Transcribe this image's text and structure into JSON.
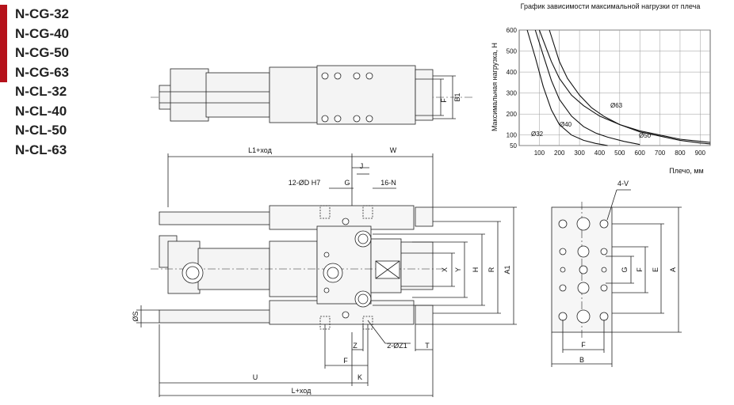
{
  "models": [
    {
      "label": "N-CG-32",
      "highlight": true
    },
    {
      "label": "N-CG-40",
      "highlight": true
    },
    {
      "label": "N-CG-50",
      "highlight": true
    },
    {
      "label": "N-CG-63",
      "highlight": true
    },
    {
      "label": "N-CL-32",
      "highlight": false
    },
    {
      "label": "N-CL-40",
      "highlight": false
    },
    {
      "label": "N-CL-50",
      "highlight": false
    },
    {
      "label": "N-CL-63",
      "highlight": false
    }
  ],
  "accent_color": "#b5121b",
  "chart_data": {
    "type": "line",
    "title": "График зависимости максимальной нагрузки от плеча",
    "xlabel": "Плечо, мм",
    "ylabel": "Максимальная нагрузка, Н",
    "xlim": [
      0,
      950
    ],
    "ylim": [
      50,
      600
    ],
    "xticks": [
      100,
      200,
      300,
      400,
      500,
      600,
      700,
      800,
      900
    ],
    "yticks": [
      50,
      100,
      200,
      300,
      400,
      500,
      600
    ],
    "grid": true,
    "series": [
      {
        "name": "Ø32",
        "x": [
          40,
          80,
          120,
          160,
          200,
          260,
          320,
          380,
          440
        ],
        "y": [
          600,
          470,
          330,
          220,
          150,
          100,
          75,
          60,
          50
        ]
      },
      {
        "name": "Ø40",
        "x": [
          80,
          120,
          160,
          200,
          260,
          320,
          380,
          440,
          520,
          600
        ],
        "y": [
          600,
          480,
          360,
          270,
          190,
          140,
          110,
          90,
          70,
          55
        ]
      },
      {
        "name": "Ø63",
        "x": [
          100,
          160,
          200,
          260,
          320,
          400,
          500,
          600,
          700,
          800,
          900,
          950
        ],
        "y": [
          600,
          450,
          370,
          290,
          240,
          190,
          150,
          120,
          100,
          80,
          70,
          65
        ]
      },
      {
        "name": "Ø50",
        "x": [
          150,
          200,
          240,
          300,
          360,
          420,
          500,
          600,
          700,
          800,
          900,
          950
        ],
        "y": [
          600,
          450,
          370,
          290,
          230,
          190,
          150,
          115,
          95,
          75,
          62,
          58
        ]
      }
    ]
  },
  "dims": {
    "F": "F",
    "B1": "B1",
    "L1": "L1+ход",
    "W": "W",
    "J": "J",
    "D": "12-ØD H7",
    "G": "G",
    "N": "16-N",
    "X": "X",
    "Y": "Y",
    "H": "H",
    "R": "R",
    "A1": "A1",
    "S": "ØS",
    "Z": "Z",
    "Z1": "2-ØZ1",
    "T": "T",
    "F2": "F",
    "U": "U",
    "K": "K",
    "L": "L+ход",
    "V": "4-V",
    "G2": "G",
    "F3": "F",
    "E": "E",
    "A": "A",
    "F4": "F",
    "B": "B"
  }
}
